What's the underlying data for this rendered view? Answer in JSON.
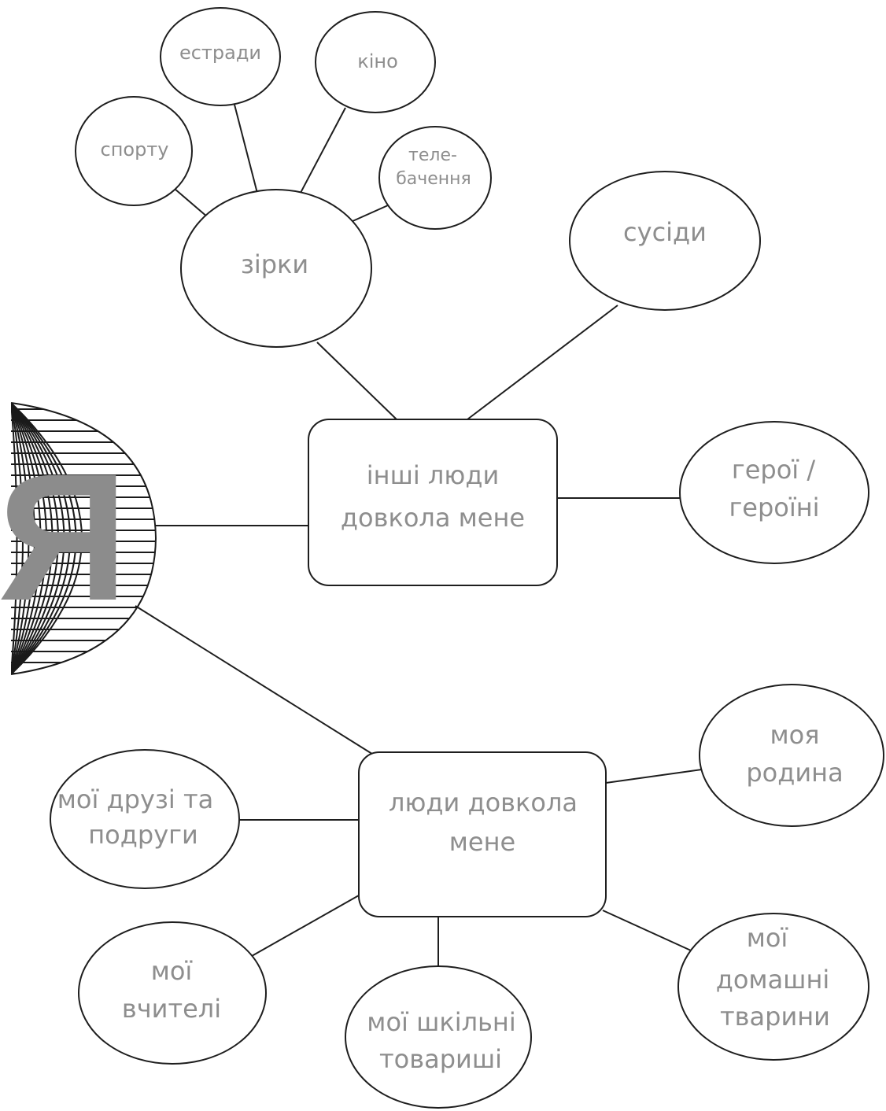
{
  "colors": {
    "line": "#1e1e1e",
    "text": "#8e8e8e",
    "globe_letter": "#8c8c8c"
  },
  "globe": {
    "letter": "Я",
    "icon": "globe-icon"
  },
  "nodes": {
    "others_hub": {
      "line1": "інші люди",
      "line2": "довкола мене"
    },
    "people_hub": {
      "line1": "люди довкола",
      "line2": "мене"
    },
    "stars": "зірки",
    "sport": "спорту",
    "estrada": "естради",
    "kino": "кіно",
    "tv": {
      "line1": "теле-",
      "line2": "бачення"
    },
    "neighbors": "сусіди",
    "heroes": {
      "line1": "герої /",
      "line2": "героїні"
    },
    "family": {
      "line1": "моя",
      "line2": "родина"
    },
    "friends": {
      "line1": "мої друзі та",
      "line2": "подруги"
    },
    "teachers": {
      "line1": "мої",
      "line2": "вчителі"
    },
    "classmates": {
      "line1": "мої шкільні",
      "line2": "товариші"
    },
    "pets": {
      "line1": "мої",
      "line2": "домашні",
      "line3": "тварини"
    }
  }
}
